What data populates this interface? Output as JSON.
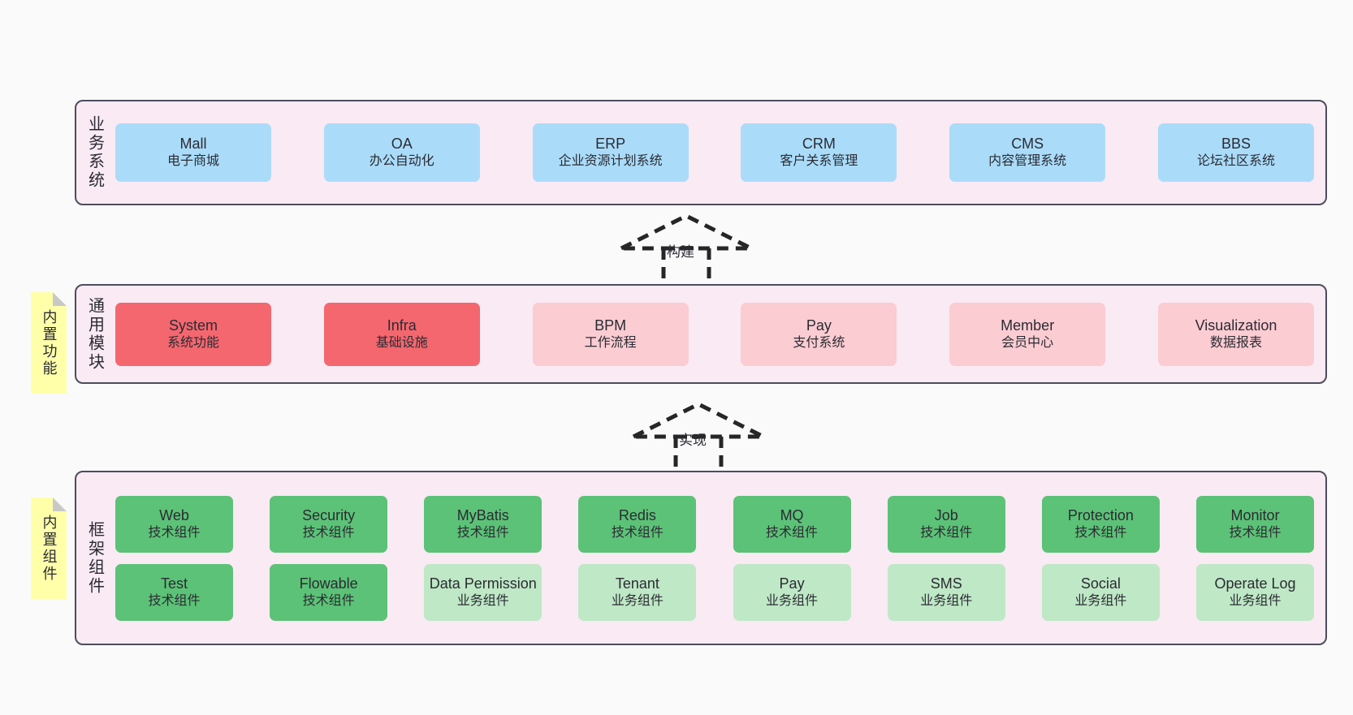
{
  "diagram": {
    "background_color": "#fafafa",
    "panel_color": "#f9eaf4",
    "panel_border_color": "#4d4d5c",
    "note_color": "#ffffaa",
    "note_fold_color": "#c8c8c8"
  },
  "layers": [
    {
      "key": "business",
      "title": "业务系统",
      "node_color": "#aadcfa",
      "nodes": [
        {
          "title": "Mall",
          "sub": "电子商城"
        },
        {
          "title": "OA",
          "sub": "办公自动化"
        },
        {
          "title": "ERP",
          "sub": "企业资源计划系统"
        },
        {
          "title": "CRM",
          "sub": "客户关系管理"
        },
        {
          "title": "CMS",
          "sub": "内容管理系统"
        },
        {
          "title": "BBS",
          "sub": "论坛社区系统"
        }
      ]
    },
    {
      "key": "common",
      "title": "通用模块",
      "note": "内置功能",
      "node_color_strong": "#f4676f",
      "node_color_soft": "#fbccd2",
      "nodes": [
        {
          "title": "System",
          "sub": "系统功能",
          "variant": "strong"
        },
        {
          "title": "Infra",
          "sub": "基础设施",
          "variant": "strong"
        },
        {
          "title": "BPM",
          "sub": "工作流程",
          "variant": "soft"
        },
        {
          "title": "Pay",
          "sub": "支付系统",
          "variant": "soft"
        },
        {
          "title": "Member",
          "sub": "会员中心",
          "variant": "soft"
        },
        {
          "title": "Visualization",
          "sub": "数据报表",
          "variant": "soft"
        }
      ]
    },
    {
      "key": "framework",
      "title": "框架组件",
      "note": "内置组件",
      "node_color_tech": "#5cc277",
      "node_color_biz": "#bfe8c6",
      "rows": [
        [
          {
            "title": "Web",
            "sub": "技术组件",
            "variant": "tech"
          },
          {
            "title": "Security",
            "sub": "技术组件",
            "variant": "tech"
          },
          {
            "title": "MyBatis",
            "sub": "技术组件",
            "variant": "tech"
          },
          {
            "title": "Redis",
            "sub": "技术组件",
            "variant": "tech"
          },
          {
            "title": "MQ",
            "sub": "技术组件",
            "variant": "tech"
          },
          {
            "title": "Job",
            "sub": "技术组件",
            "variant": "tech"
          },
          {
            "title": "Protection",
            "sub": "技术组件",
            "variant": "tech"
          },
          {
            "title": "Monitor",
            "sub": "技术组件",
            "variant": "tech"
          }
        ],
        [
          {
            "title": "Test",
            "sub": "技术组件",
            "variant": "tech"
          },
          {
            "title": "Flowable",
            "sub": "技术组件",
            "variant": "tech"
          },
          {
            "title": "Data Permission",
            "sub": "业务组件",
            "variant": "biz"
          },
          {
            "title": "Tenant",
            "sub": "业务组件",
            "variant": "biz"
          },
          {
            "title": "Pay",
            "sub": "业务组件",
            "variant": "biz"
          },
          {
            "title": "SMS",
            "sub": "业务组件",
            "variant": "biz"
          },
          {
            "title": "Social",
            "sub": "业务组件",
            "variant": "biz"
          },
          {
            "title": "Operate Log",
            "sub": "业务组件",
            "variant": "biz"
          }
        ]
      ]
    }
  ],
  "connectors": [
    {
      "key": "build",
      "label": "构建",
      "style": "dashed-hollow-triangle"
    },
    {
      "key": "realize",
      "label": "实现",
      "style": "dashed-hollow-triangle"
    }
  ]
}
